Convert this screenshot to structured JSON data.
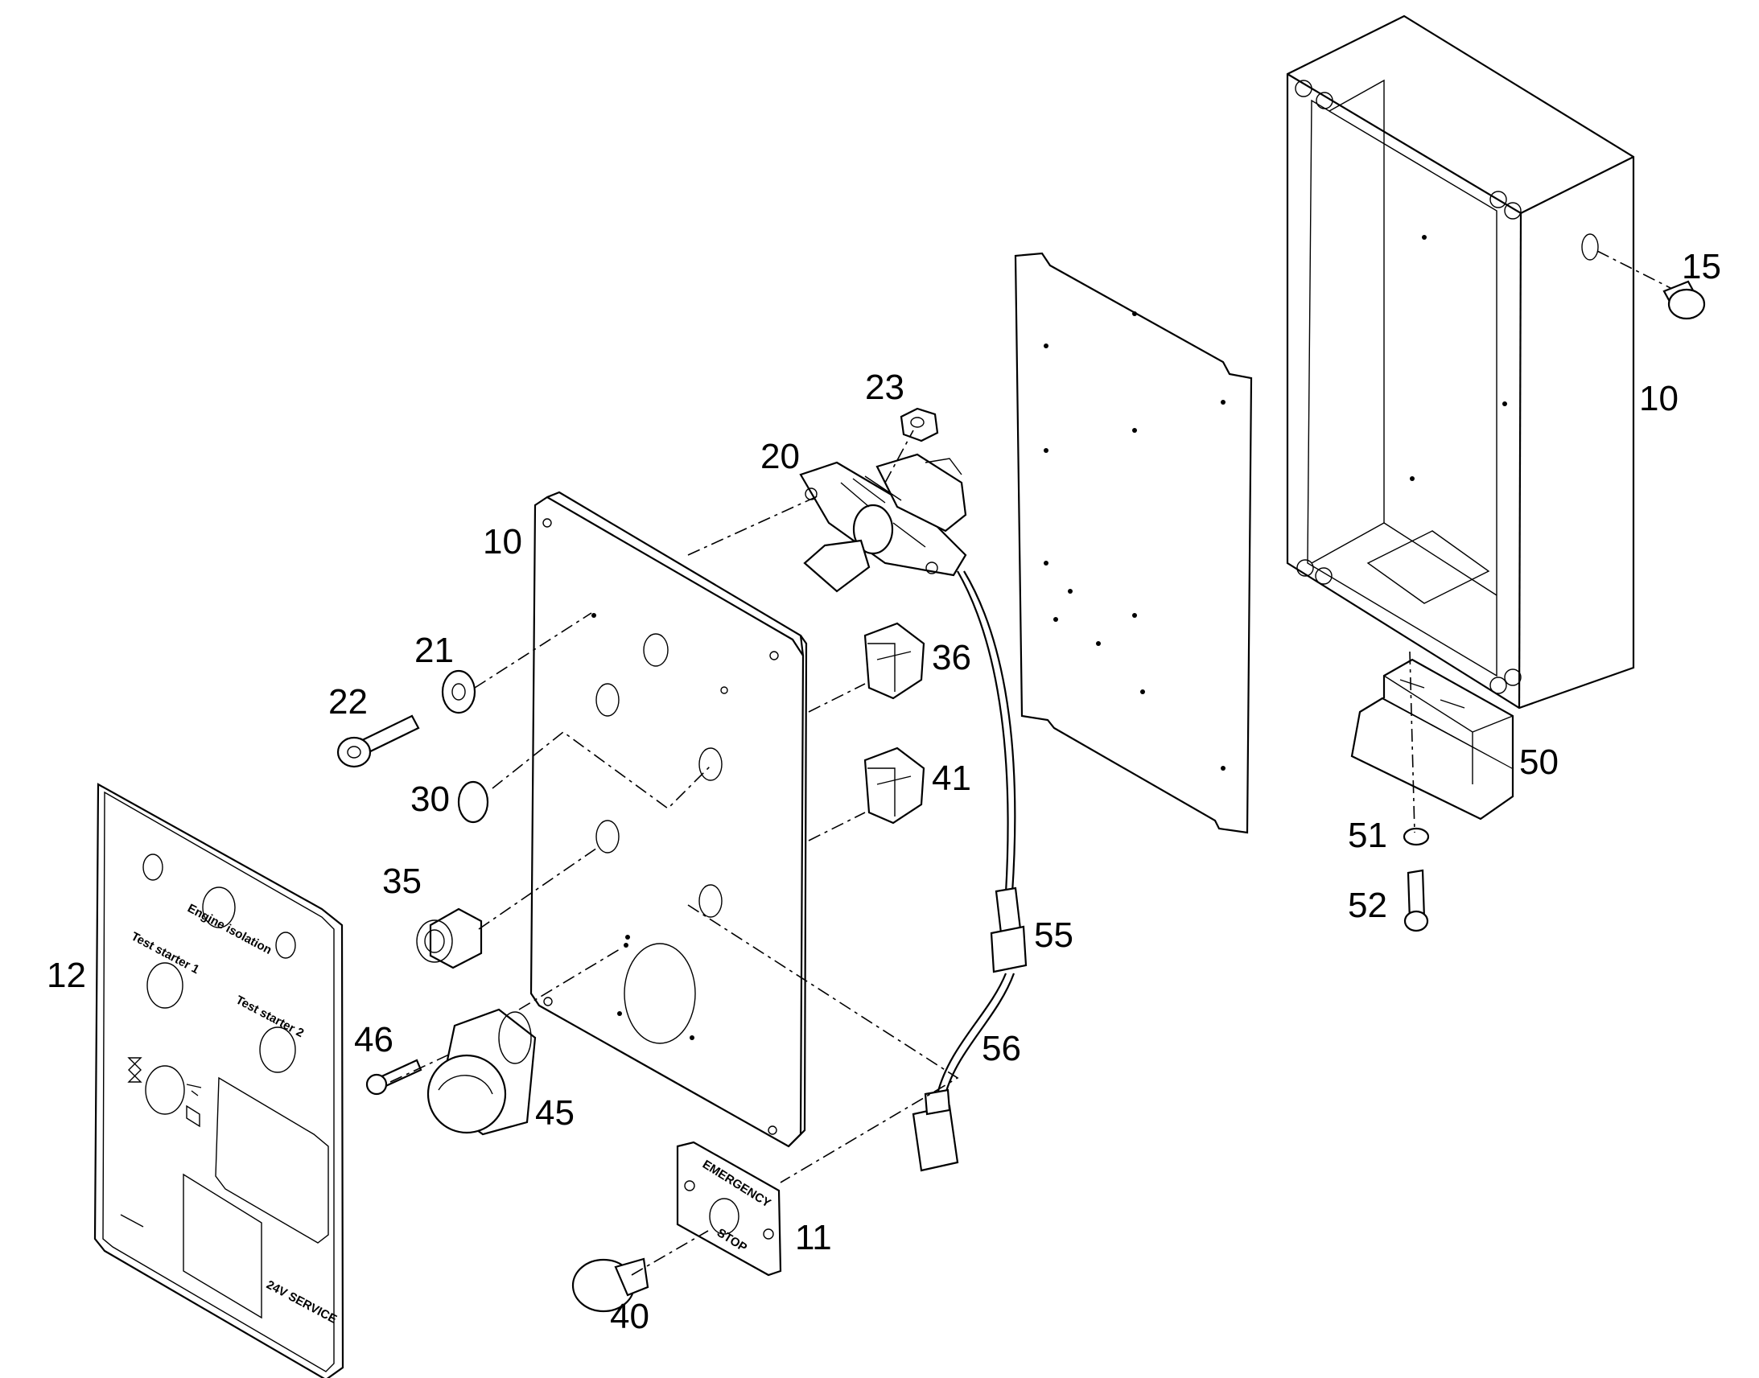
{
  "callouts": {
    "c10_left": "10",
    "c10_right": "10",
    "c11": "11",
    "c12": "12",
    "c15": "15",
    "c20": "20",
    "c21": "21",
    "c22": "22",
    "c23": "23",
    "c30": "30",
    "c35": "35",
    "c36": "36",
    "c40": "40",
    "c41": "41",
    "c45": "45",
    "c46": "46",
    "c50": "50",
    "c51": "51",
    "c52": "52",
    "c55": "55",
    "c56": "56"
  },
  "label_plate": {
    "engine_isolation": "Engine isolation",
    "test_starter_1": "Test starter 1",
    "test_starter_2": "Test starter 2",
    "service": "24V SERVICE"
  },
  "emergency_plate": {
    "top_text": "EMERGENCY",
    "bottom_text": "STOP"
  }
}
